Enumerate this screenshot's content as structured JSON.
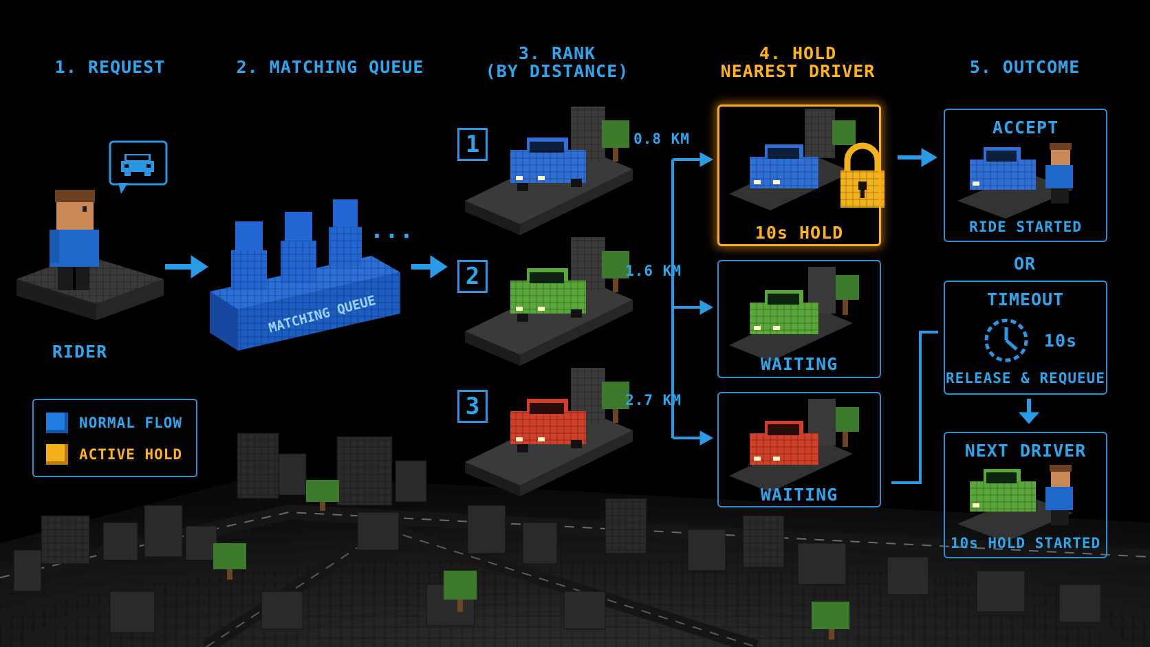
{
  "steps": {
    "request": "1. REQUEST",
    "queue": "2. MATCHING QUEUE",
    "rank_line1": "3. RANK",
    "rank_line2": "(BY DISTANCE)",
    "hold_line1": "4. HOLD",
    "hold_line2": "NEAREST DRIVER",
    "outcome": "5. OUTCOME"
  },
  "rider": {
    "label": "RIDER",
    "bubble_icon": "car-icon"
  },
  "queue": {
    "label": "MATCHING QUEUE",
    "more": "..."
  },
  "ranked": [
    {
      "rank": "1",
      "distance": "0.8 KM",
      "car_color": "#2f6fd6"
    },
    {
      "rank": "2",
      "distance": "1.6 KM",
      "car_color": "#5aa83a"
    },
    {
      "rank": "3",
      "distance": "2.7 KM",
      "car_color": "#d0402a"
    }
  ],
  "hold": {
    "active_label": "10s HOLD",
    "lock_icon": "padlock-icon",
    "waiting_label_1": "WAITING",
    "waiting_label_2": "WAITING"
  },
  "outcome": {
    "accept_title": "ACCEPT",
    "accept_sub": "RIDE STARTED",
    "or": "OR",
    "timeout_title": "TIMEOUT",
    "timeout_value": "10s",
    "timeout_sub": "RELEASE & REQUEUE",
    "next_title": "NEXT DRIVER",
    "next_sub": "10s HOLD STARTED"
  },
  "legend": {
    "normal_label": "NORMAL FLOW",
    "normal_color": "#1f7fe0",
    "hold_label": "ACTIVE HOLD",
    "hold_color": "#f5b01a"
  },
  "colors": {
    "accent_blue": "#2ea6ee",
    "accent_gold": "#ffb21a",
    "background": "#000000"
  }
}
